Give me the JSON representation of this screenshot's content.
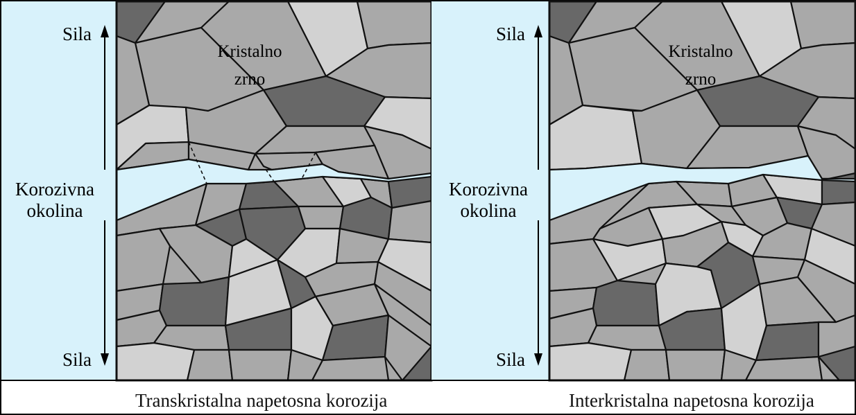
{
  "panels": [
    {
      "id": "left",
      "caption": "Transkristalna napetosna korozija",
      "force_top": "Sila",
      "force_bottom": "Sila",
      "environment_line1": "Korozivna",
      "environment_line2": "okolina",
      "grain_line1": "Kristalno",
      "grain_line2": "zrno"
    },
    {
      "id": "right",
      "caption": "Interkristalna napetosna korozija",
      "force_top": "Sila",
      "force_bottom": "Sila",
      "environment_line1": "Korozivna",
      "environment_line2": "okolina",
      "grain_line1": "Kristalno",
      "grain_line2": "zrno"
    }
  ],
  "colors": {
    "environment": "#d8f2fb",
    "grain_light": "#d2d2d2",
    "grain_mid": "#a9a9a9",
    "grain_dark": "#686868",
    "outline": "#111111"
  }
}
